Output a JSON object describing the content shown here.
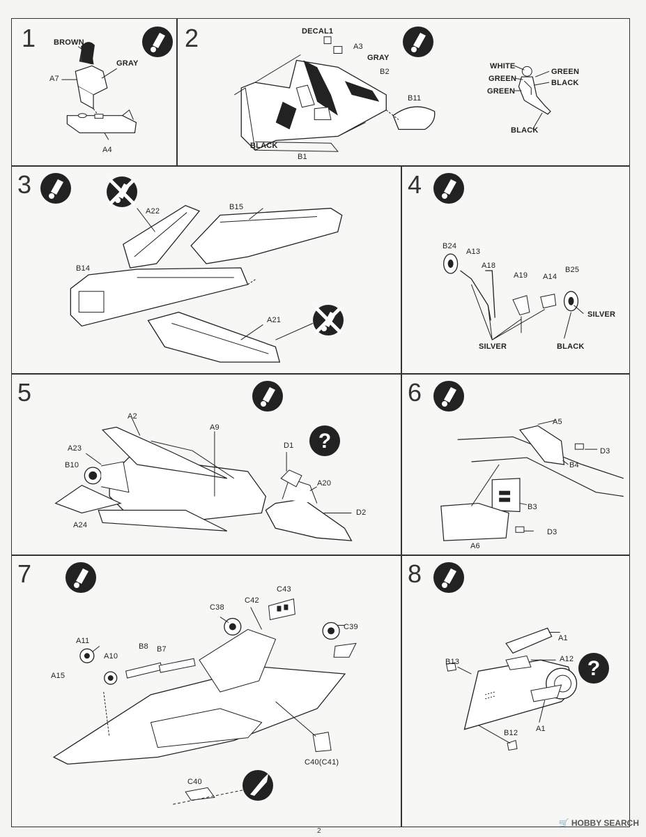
{
  "page_number": "2",
  "watermark": "HOBBY SEARCH",
  "watermark_icon": "cart-logo-icon",
  "steps": [
    {
      "number": "1",
      "labels": [
        "BROWN",
        "GRAY",
        "A7",
        "A4"
      ]
    },
    {
      "number": "2",
      "labels": [
        "DECAL1",
        "A3",
        "GRAY",
        "B2",
        "B11",
        "BLACK",
        "B1",
        "WHITE",
        "GREEN",
        "GREEN",
        "GREEN",
        "BLACK",
        "BLACK"
      ]
    },
    {
      "number": "3",
      "labels": [
        "A22",
        "B15",
        "B14",
        "A21"
      ]
    },
    {
      "number": "4",
      "labels": [
        "B24",
        "A13",
        "A18",
        "A19",
        "A14",
        "B25",
        "SILVER",
        "SILVER",
        "BLACK"
      ]
    },
    {
      "number": "5",
      "labels": [
        "A2",
        "A9",
        "A23",
        "D1",
        "B10",
        "A20",
        "D2",
        "A24"
      ]
    },
    {
      "number": "6",
      "labels": [
        "A5",
        "D3",
        "B4",
        "B3",
        "D3",
        "A6"
      ]
    },
    {
      "number": "7",
      "labels": [
        "C43",
        "C42",
        "C38",
        "C39",
        "A11",
        "B8",
        "B7",
        "A10",
        "A15",
        "C40(C41)",
        "C40"
      ]
    },
    {
      "number": "8",
      "labels": [
        "A1",
        "B13",
        "A12",
        "B12",
        "A1"
      ]
    }
  ]
}
